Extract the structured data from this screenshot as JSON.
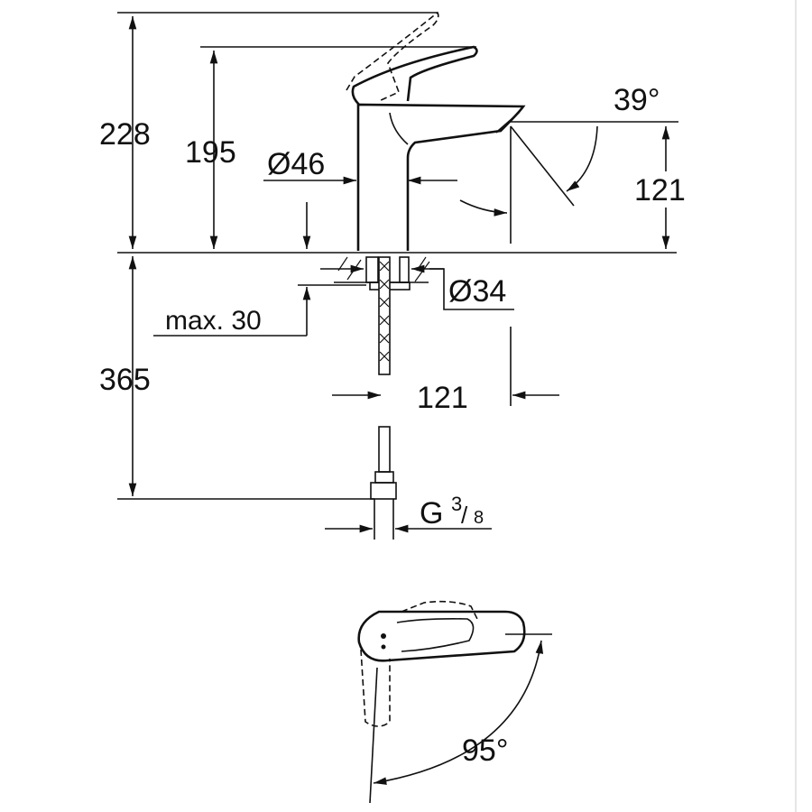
{
  "dimensions": {
    "total_height": "228",
    "spout_height": "195",
    "body_diameter": "Ø46",
    "spout_angle": "39°",
    "spout_clearance": "121",
    "hole_diameter": "Ø34",
    "max_deck_thickness": "max. 30",
    "hose_length": "365",
    "spout_reach": "121",
    "connection_main": "G",
    "connection_num": "3",
    "connection_den": "8",
    "lever_rotation": "95°"
  }
}
